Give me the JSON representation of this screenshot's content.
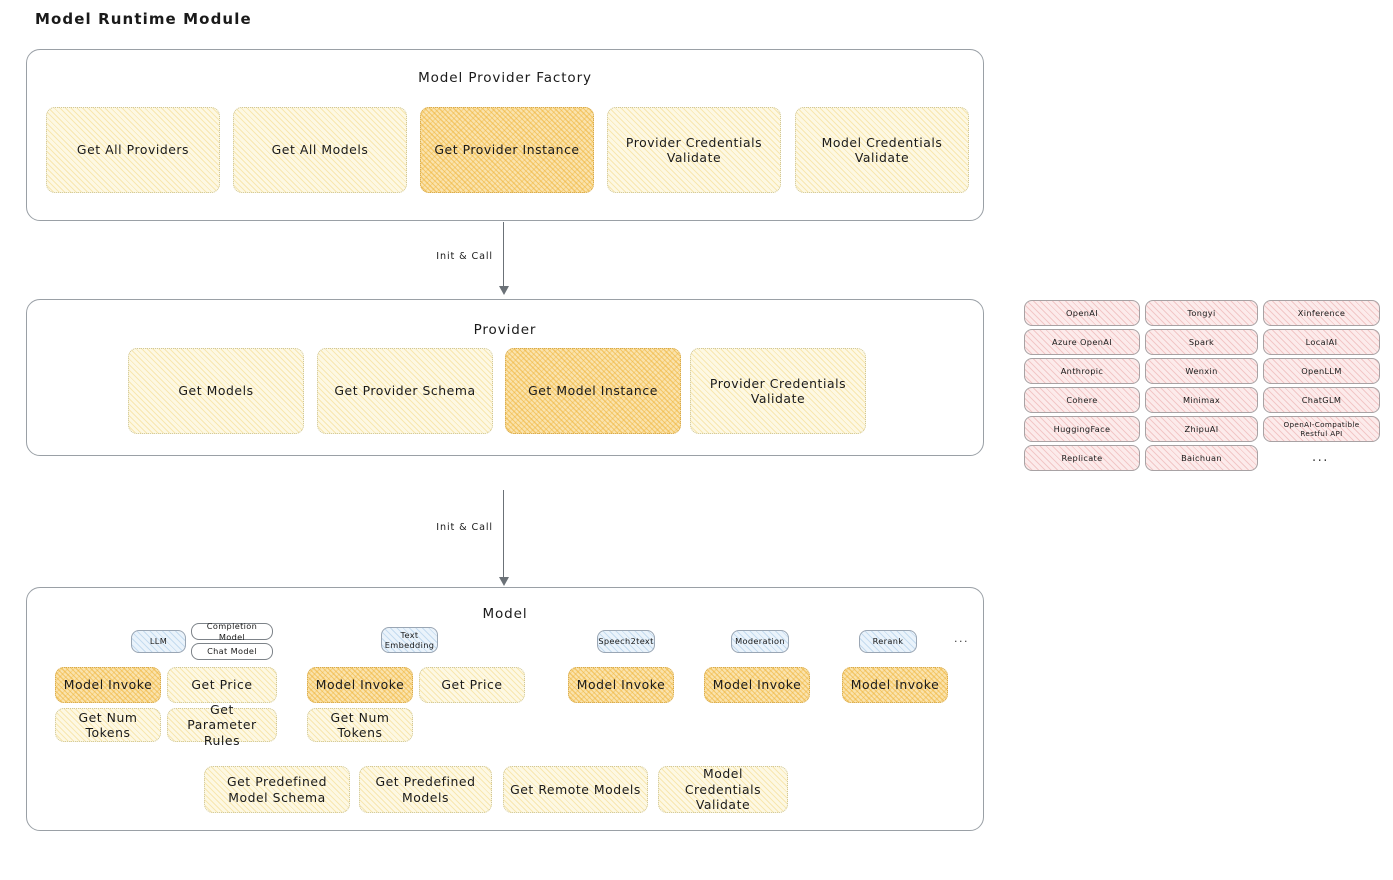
{
  "page": {
    "title": "Model Runtime Module"
  },
  "factory": {
    "title": "Model Provider Factory",
    "nodes": [
      {
        "label": "Get All Providers",
        "state": "normal"
      },
      {
        "label": "Get All Models",
        "state": "normal"
      },
      {
        "label": "Get Provider Instance",
        "state": "highlighted"
      },
      {
        "label": "Provider Credentials Validate",
        "state": "normal"
      },
      {
        "label": "Model Credentials Validate",
        "state": "normal"
      }
    ]
  },
  "arrow_1": {
    "label": "Init & Call"
  },
  "provider": {
    "title": "Provider",
    "nodes": [
      {
        "label": "Get Models",
        "state": "normal"
      },
      {
        "label": "Get Provider Schema",
        "state": "normal"
      },
      {
        "label": "Get Model Instance",
        "state": "highlighted"
      },
      {
        "label": "Provider Credentials Validate",
        "state": "normal"
      }
    ]
  },
  "provider_list": {
    "columns": [
      [
        "OpenAI",
        "Azure OpenAI",
        "Anthropic",
        "Cohere",
        "HuggingFace",
        "Replicate"
      ],
      [
        "Tongyi",
        "Spark",
        "Wenxin",
        "Minimax",
        "ZhipuAI",
        "Baichuan"
      ],
      [
        "Xinference",
        "LocalAI",
        "OpenLLM",
        "ChatGLM",
        "OpenAI-Compatible Restful API"
      ]
    ],
    "more": "..."
  },
  "arrow_2": {
    "label": "Init & Call"
  },
  "model": {
    "title": "Model",
    "more": "...",
    "types": [
      {
        "name": "LLM",
        "variants": [
          "Completion Model",
          "Chat Model"
        ],
        "methods": [
          {
            "label": "Model Invoke",
            "state": "highlighted"
          },
          {
            "label": "Get Price",
            "state": "normal"
          },
          {
            "label": "Get Num Tokens",
            "state": "normal"
          },
          {
            "label": "Get Parameter Rules",
            "state": "normal"
          }
        ]
      },
      {
        "name": "Text Embedding",
        "variants": [],
        "methods": [
          {
            "label": "Model Invoke",
            "state": "highlighted"
          },
          {
            "label": "Get Price",
            "state": "normal"
          },
          {
            "label": "Get Num Tokens",
            "state": "normal"
          }
        ]
      },
      {
        "name": "Speech2text",
        "variants": [],
        "methods": [
          {
            "label": "Model Invoke",
            "state": "highlighted"
          }
        ]
      },
      {
        "name": "Moderation",
        "variants": [],
        "methods": [
          {
            "label": "Model Invoke",
            "state": "highlighted"
          }
        ]
      },
      {
        "name": "Rerank",
        "variants": [],
        "methods": [
          {
            "label": "Model Invoke",
            "state": "highlighted"
          }
        ]
      }
    ],
    "common_methods": [
      {
        "label": "Get Predefined Model Schema",
        "state": "normal"
      },
      {
        "label": "Get Predefined Models",
        "state": "normal"
      },
      {
        "label": "Get Remote Models",
        "state": "normal"
      },
      {
        "label": "Model Credentials Validate",
        "state": "normal"
      }
    ]
  },
  "colors": {
    "highlight_fill": "#fae3ad",
    "normal_fill": "#fdf8e3",
    "provider_fill": "#fcebeb",
    "model_type_fill": "#eaf3fb",
    "border": "#9aa0a6"
  }
}
